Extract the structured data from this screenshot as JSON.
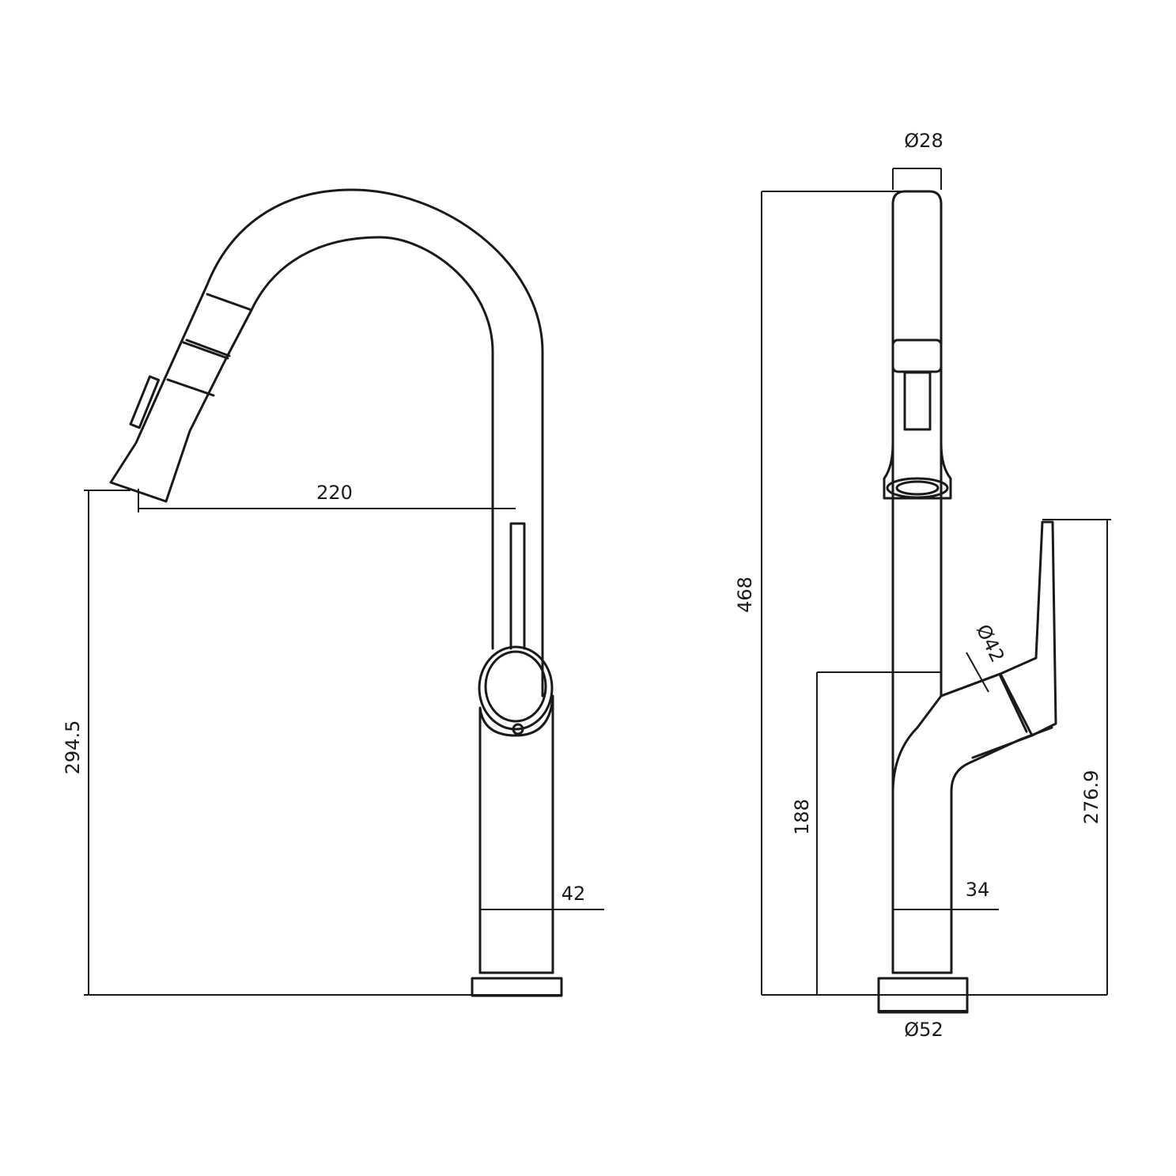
{
  "diagram": {
    "front_view": {
      "dimensions": {
        "spout_reach": "220",
        "outlet_height": "294.5",
        "body_diameter": "42"
      }
    },
    "side_view": {
      "dimensions": {
        "top_diameter": "Ø28",
        "total_height": "468",
        "spout_diameter": "Ø42",
        "handle_height": "188",
        "lever_height": "276.9",
        "body_width": "34",
        "base_diameter": "Ø52"
      }
    }
  }
}
